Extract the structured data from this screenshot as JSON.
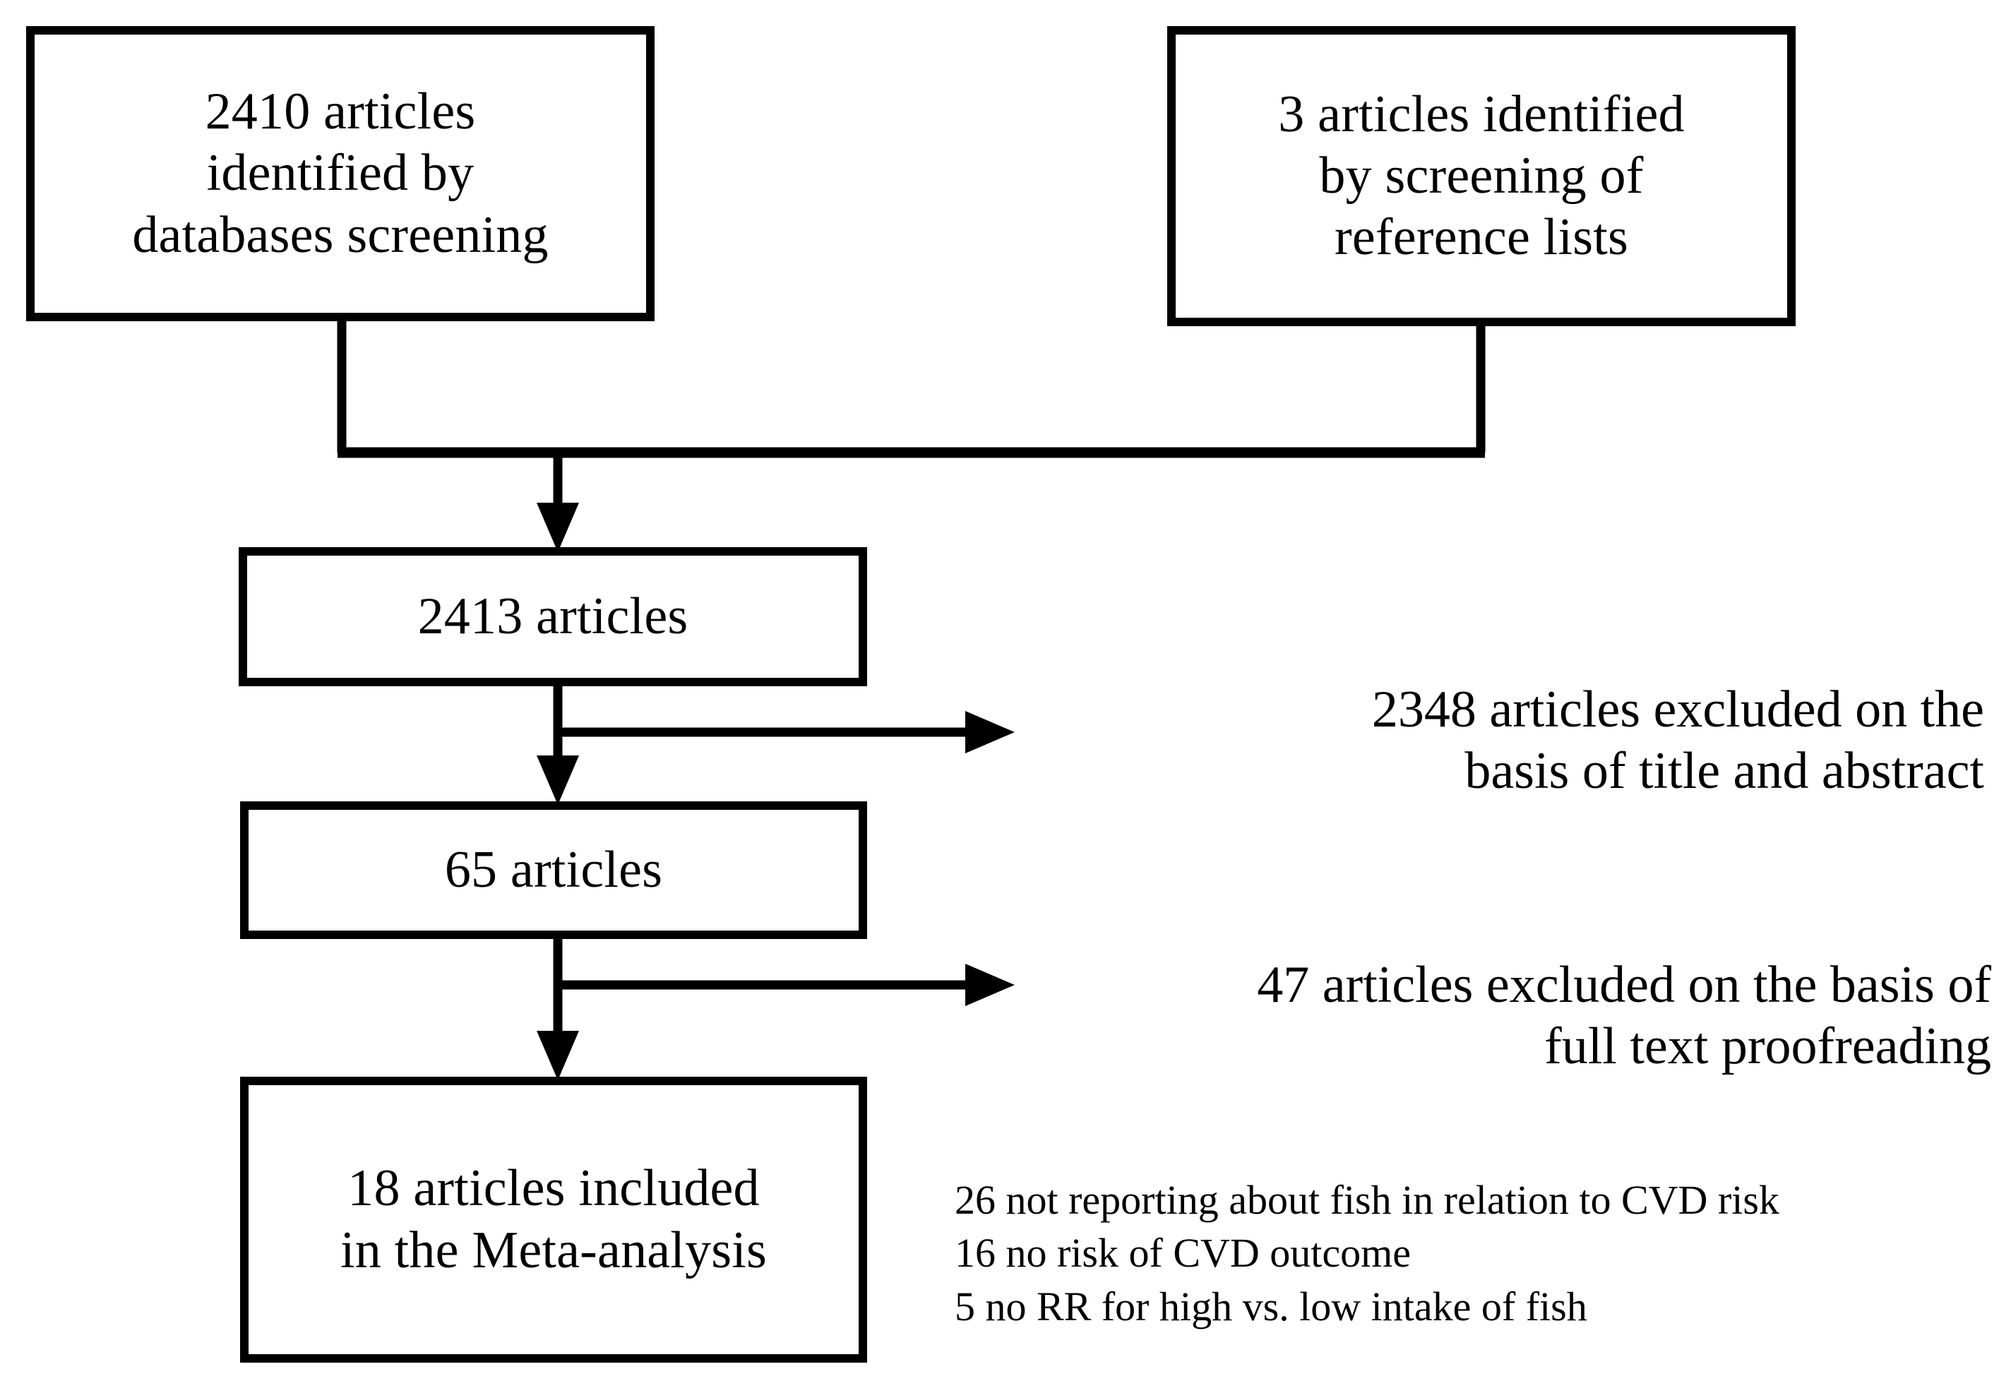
{
  "diagram": {
    "type": "prisma-flow-diagram",
    "title": "Study selection flow diagram",
    "line_color": "#000000",
    "background_color": "#ffffff",
    "text_color": "#000000"
  },
  "nodes": {
    "databases": {
      "id": "databases-screening-box",
      "text": "2410 articles\nidentified by\ndatabases screening",
      "count": 2410
    },
    "references": {
      "id": "reference-lists-box",
      "text": "3 articles identified\nby screening of\nreference lists",
      "count": 3
    },
    "combined": {
      "id": "combined-articles-box",
      "text": "2413 articles",
      "count": 2413
    },
    "screened": {
      "id": "screened-articles-box",
      "text": "65 articles",
      "count": 65
    },
    "included": {
      "id": "included-articles-box",
      "text": "18 articles included\nin the Meta-analysis",
      "count": 18
    }
  },
  "annotations": {
    "excluded_title_abstract": {
      "text": "2348 articles excluded  on the\nbasis of title and abstract",
      "count": 2348
    },
    "excluded_full_text": {
      "text": "47 articles excluded  on the basis of\nfull text proofreading",
      "count": 47
    }
  },
  "exclusion_reasons": [
    {
      "count": 26,
      "line": "26 not reporting about fish in relation to CVD risk"
    },
    {
      "count": 16,
      "line": "16 no risk of CVD outcome"
    },
    {
      "count": 5,
      "line": "5 no RR for high vs. low intake of fish"
    }
  ],
  "chart_data": {
    "type": "diagram",
    "title": "PRISMA study selection flow",
    "stages": [
      {
        "label": "2410 articles identified by databases screening",
        "value": 2410
      },
      {
        "label": "3 articles identified by screening of reference lists",
        "value": 3
      },
      {
        "label": "2413 articles",
        "value": 2413
      },
      {
        "label": "2348 articles excluded on the basis of title and abstract",
        "value": 2348
      },
      {
        "label": "65 articles",
        "value": 65
      },
      {
        "label": "47 articles excluded on the basis of full text proofreading",
        "value": 47
      },
      {
        "label": "18 articles included in the Meta-analysis",
        "value": 18
      }
    ],
    "exclusion_breakdown": [
      {
        "label": "not reporting about fish in relation to CVD risk",
        "value": 26
      },
      {
        "label": "no risk of CVD outcome",
        "value": 16
      },
      {
        "label": "no RR for high vs. low intake of fish",
        "value": 5
      }
    ]
  }
}
